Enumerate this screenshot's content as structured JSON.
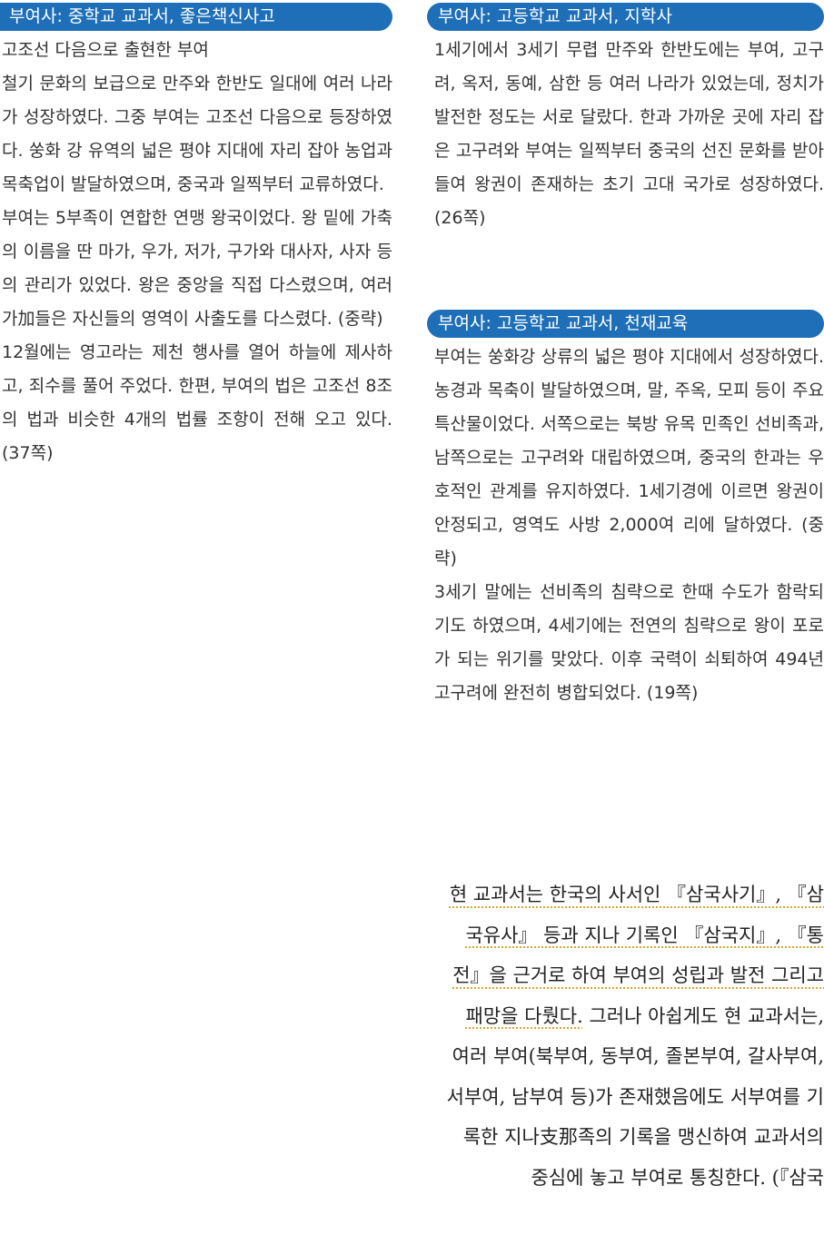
{
  "left_box": {
    "header": "부여사: 중학교 교과서, 좋은책신사고",
    "paragraphs": [
      "고조선 다음으로 출현한 부여",
      "철기 문화의 보급으로 만주와 한반도 일대에 여러 나라가 성장하였다. 그중 부여는 고조선 다음으로 등장하였다. 쑹화 강 유역의 넓은 평야 지대에 자리 잡아 농업과 목축업이 발달하였으며, 중국과 일찍부터 교류하였다.",
      "부여는 5부족이 연합한 연맹 왕국이었다. 왕 밑에 가축의 이름을 딴 마가, 우가, 저가, 구가와 대사자, 사자 등의 관리가 있었다. 왕은 중앙을 직접 다스렸으며, 여러 가加들은 자신들의 영역이 사출도를 다스렸다. (중략)",
      "12월에는 영고라는 제천 행사를 열어 하늘에 제사하고, 죄수를 풀어 주었다. 한편, 부여의 법은 고조선 8조의 법과 비슷한 4개의 법률 조항이 전해 오고 있다. (37쪽)"
    ]
  },
  "right_box_1": {
    "header": "부여사: 고등학교 교과서, 지학사",
    "paragraphs": [
      "1세기에서 3세기 무렵 만주와 한반도에는 부여, 고구려, 옥저, 동예, 삼한 등 여러 나라가 있었는데, 정치가 발전한 정도는 서로 달랐다. 한과 가까운 곳에 자리 잡은 고구려와 부여는 일찍부터 중국의 선진 문화를 받아들여 왕권이 존재하는 초기 고대 국가로 성장하였다. (26쪽)"
    ]
  },
  "right_box_2": {
    "header": "부여사: 고등학교 교과서, 천재교육",
    "paragraphs": [
      "부여는 쑹화강 상류의 넓은 평야 지대에서 성장하였다. 농경과 목축이 발달하였으며, 말, 주옥, 모피 등이 주요 특산물이었다. 서쪽으로는 북방 유목 민족인 선비족과, 남쪽으로는 고구려와 대립하였으며, 중국의 한과는 우호적인 관계를 유지하였다. 1세기경에 이르면 왕권이 안정되고, 영역도 사방 2,000여 리에 달하였다. (중략)",
      "3세기 말에는 선비족의 침략으로 한때 수도가 함락되기도 하였으며, 4세기에는 전연의 침략으로 왕이 포로가 되는 위기를 맞았다. 이후 국력이 쇠퇴하여 494년 고구려에 완전히 병합되었다. (19쪽)"
    ]
  },
  "quote": {
    "underlined": "현 교과서는 한국의 사서인 『삼국사기』, 『삼국유사』 등과 지나 기록인 『삼국지』, 『통전』을 근거로 하여 부여의 성립과 발전 그리고 패망을 다뤘다.",
    "rest": " 그러나 아쉽게도 현 교과서는, 여러 부여(북부여, 동부여, 졸본부여, 갈사부여, 서부여, 남부여 등)가 존재했음에도 서부여를 기록한 지나支那족의 기록을 맹신하여 교과서의 중심에 놓고 부여로 통칭한다. (『삼국"
  },
  "colors": {
    "header_bg": "#1e6fb8",
    "body_text": "#333333",
    "underline": "#d4a72c"
  }
}
